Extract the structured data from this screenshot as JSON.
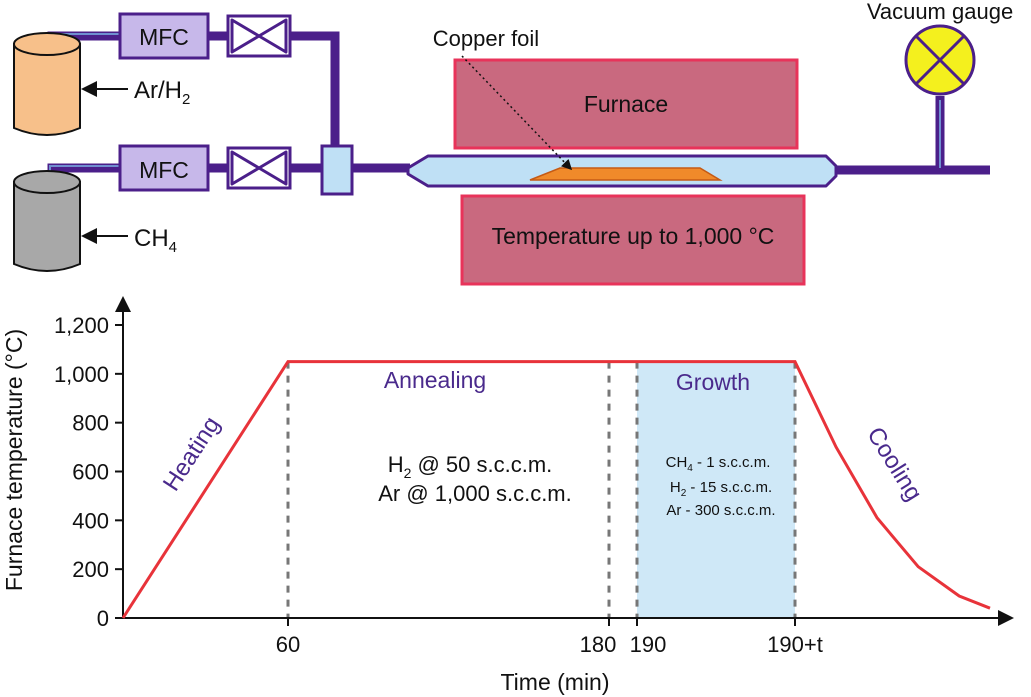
{
  "setup": {
    "mfc_top": "MFC",
    "mfc_bottom": "MFC",
    "gas1_label": "Ar/H",
    "gas1_sub": "2",
    "gas2_label": "CH",
    "gas2_sub": "4",
    "copper_foil": "Copper foil",
    "furnace_top": "Furnace",
    "furnace_bottom": "Temperature up to 1,000 °C",
    "vacuum_gauge": "Vacuum gauge"
  },
  "chart_data": {
    "type": "line",
    "ylabel": "Furnace temperature (°C)",
    "xlabel": "Time (min)",
    "ylim": [
      0,
      1300
    ],
    "yticks": [
      "0",
      "200",
      "400",
      "600",
      "800",
      "1,000",
      "1,200"
    ],
    "ytick_values": [
      0,
      200,
      400,
      600,
      800,
      1000,
      1200
    ],
    "xticks": [
      "60",
      "180",
      "190",
      "190+t"
    ],
    "xtick_values": [
      60,
      180,
      190,
      250
    ],
    "series": [
      {
        "color": "#e8333a",
        "x": [
          0,
          60,
          180,
          190,
          250,
          270,
          290,
          310,
          330,
          345
        ],
        "y": [
          0,
          1050,
          1050,
          1050,
          1050,
          700,
          410,
          210,
          90,
          40
        ]
      }
    ],
    "phases": [
      {
        "label": "Heating"
      },
      {
        "label": "Annealing"
      },
      {
        "label": "Growth"
      },
      {
        "label": "Cooling"
      }
    ],
    "annealing_gas": [
      {
        "main": "H",
        "sub": "2",
        "rest": " @ 50 s.c.c.m."
      },
      {
        "main": "Ar",
        "sub": "",
        "rest": " @ 1,000 s.c.c.m."
      }
    ],
    "growth_gas": [
      {
        "main": "CH",
        "sub": "4",
        "rest": " - 1 s.c.c.m."
      },
      {
        "main": "H",
        "sub": "2",
        "rest": " - 15 s.c.c.m."
      },
      {
        "main": "Ar",
        "sub": "",
        "rest": " - 300 s.c.c.m."
      }
    ],
    "growth_region_color": "#cfe8f7",
    "furnace_color": "#c9697f",
    "pipe_color": "#4b1f8a"
  }
}
